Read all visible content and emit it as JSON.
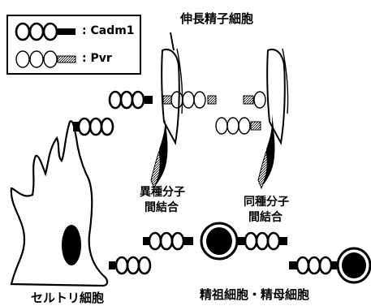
{
  "legend": {
    "items": [
      {
        "label": ": Cadm1"
      },
      {
        "label": ": Pvr"
      }
    ]
  },
  "labels": {
    "elongated_spermatid": "伸長精子細胞",
    "heterophilic_line1": "異種分子",
    "heterophilic_line2": "間結合",
    "homophilic_line1": "同種分子",
    "homophilic_line2": "間結合",
    "sertoli_cell": "セルトリ細胞",
    "germ_cells": "精祖細胞・精母細胞"
  },
  "colors": {
    "ink": "#000000",
    "paper": "#ffffff"
  }
}
